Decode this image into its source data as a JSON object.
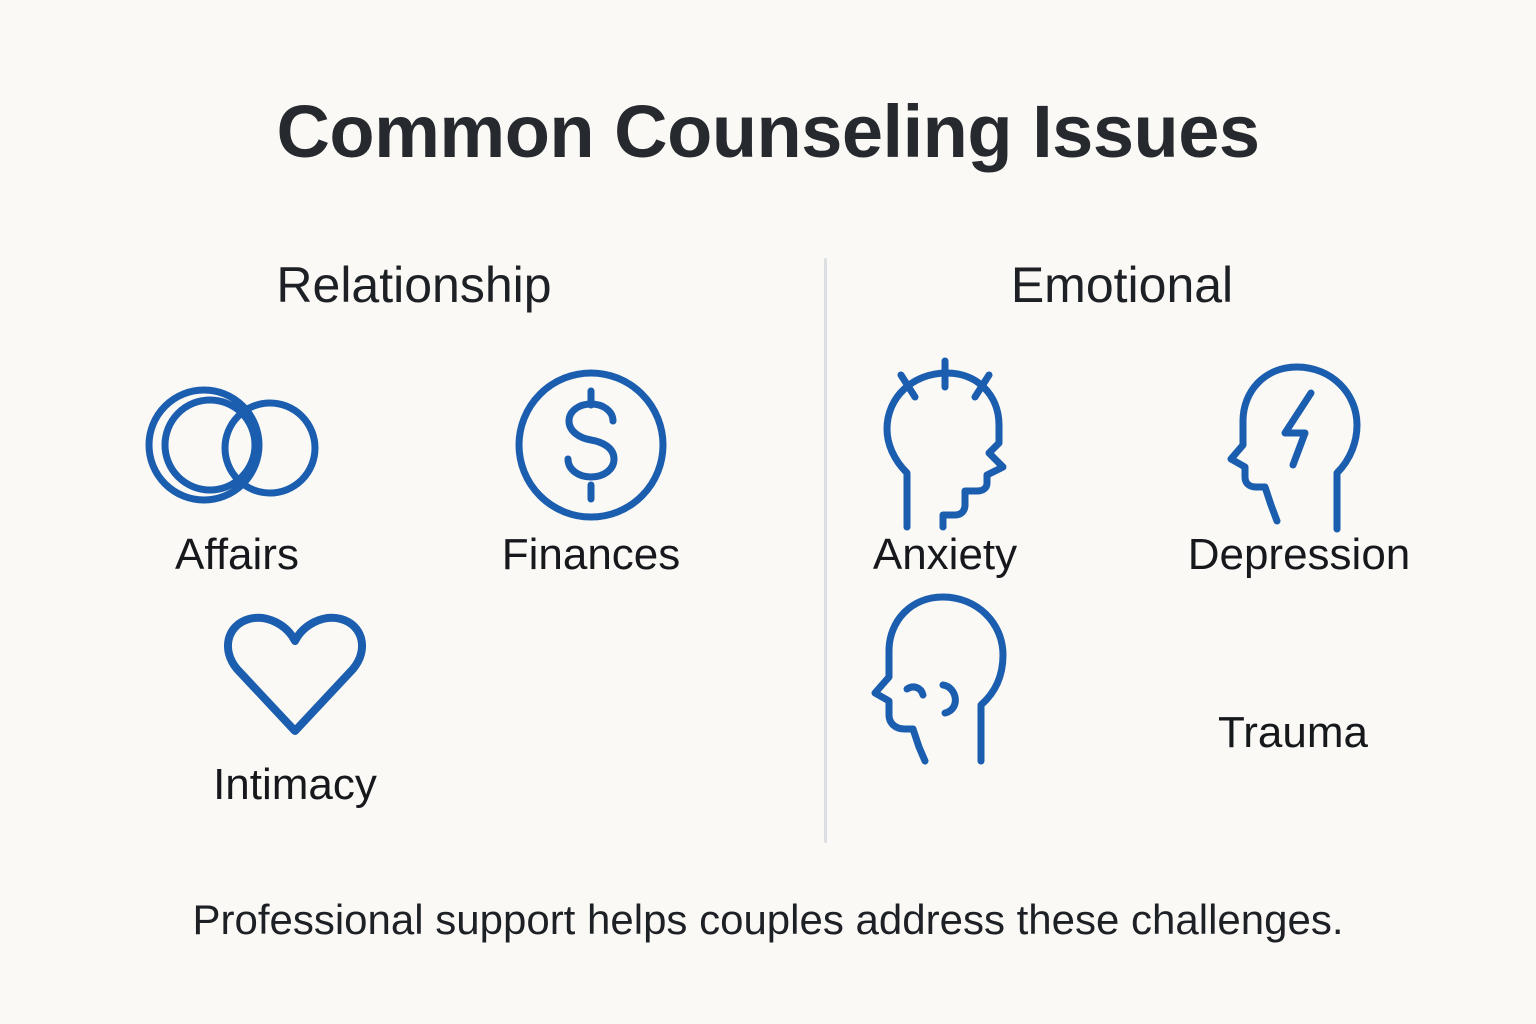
{
  "title": "Common Counseling Issues",
  "footer": "Professional support helps couples address these challenges.",
  "theme": {
    "background": "#FAF9F6",
    "accent_blue": "#1B5DAE",
    "text_dark": "#26292E",
    "divider": "#DEDFE2"
  },
  "columns": [
    {
      "heading": "Relationship",
      "items": [
        {
          "label": "Affairs",
          "icon": "interlocking-rings-icon"
        },
        {
          "label": "Finances",
          "icon": "dollar-coin-icon"
        },
        {
          "label": "Intimacy",
          "icon": "heart-outline-icon"
        }
      ]
    },
    {
      "heading": "Emotional",
      "items": [
        {
          "label": "Anxiety",
          "icon": "head-with-stress-lines-icon"
        },
        {
          "label": "Depression",
          "icon": "head-with-lightning-bolt-icon"
        },
        {
          "label": "Trauma",
          "icon": "head-profile-icon"
        }
      ]
    }
  ]
}
